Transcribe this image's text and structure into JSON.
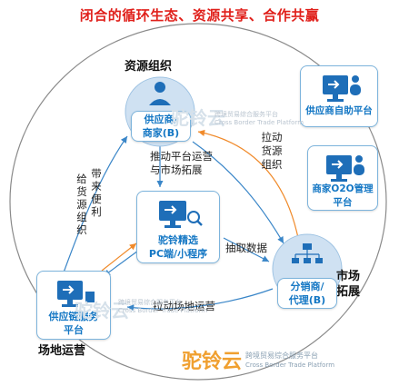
{
  "title": "闭合的循环生态、资源共享、合作共赢",
  "nodes": {
    "supplier": "供应商/\n商家(B)",
    "platform": "驼铃精选\nPC端/小程序",
    "chain": "供应链服务\n平台",
    "distributor": "分销商/\n代理(B)",
    "self_help": "供应商自助平台",
    "o2o": "商家O2O管理\n平台"
  },
  "labels": {
    "resources": "资源组织",
    "market": "市场\n拓展",
    "venue": "场地运营"
  },
  "edges": {
    "promote_platform": "推动平台运营\n与市场拓展",
    "pull_supply": "拉动\n货源\n组织",
    "extract_data": "抽取数据",
    "pull_venue": "拉动场地运营",
    "supply_org": "给货源组织",
    "convenience": "带来便利"
  },
  "watermark": {
    "brand": "驼铃云",
    "platform": "跨境贸易综合服务平台",
    "english": "Cross Border Trade Platform"
  },
  "colors": {
    "title": "#e0201b",
    "node_text": "#1477c4",
    "circle": "#8a8a8a",
    "arrow_blue": "#3a86c8",
    "arrow_orange": "#f08a2a",
    "brand_orange": "#f0a030"
  }
}
